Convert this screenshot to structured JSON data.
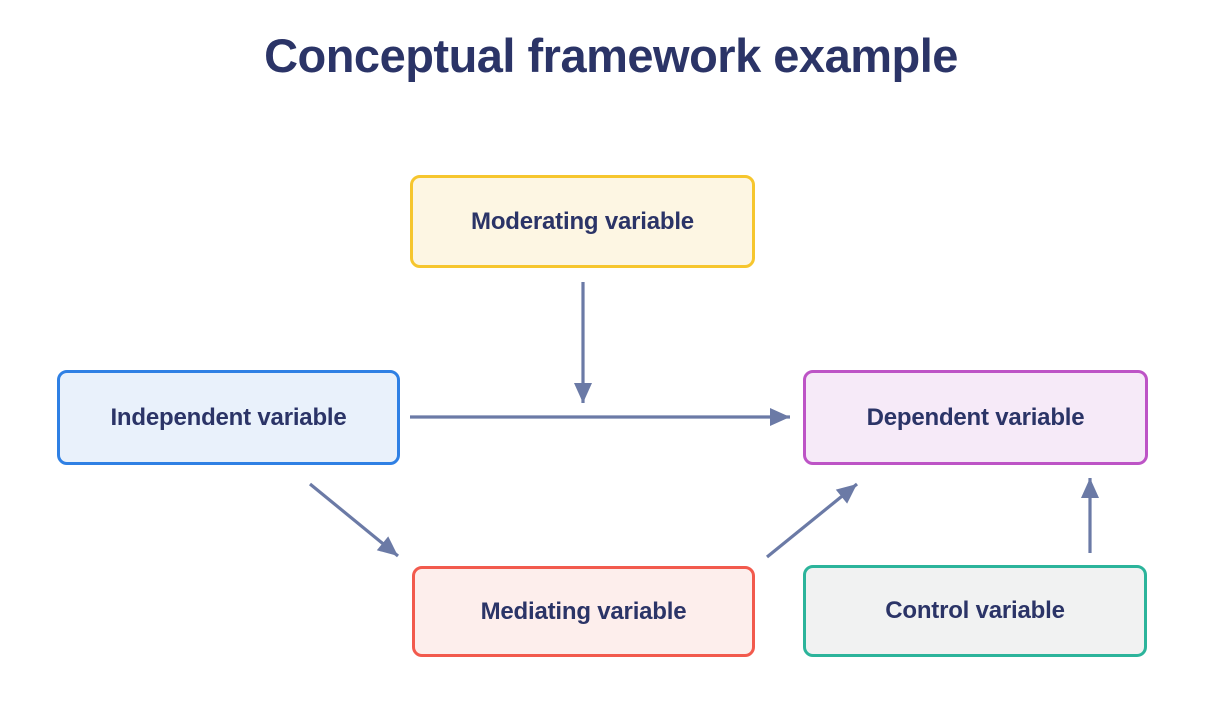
{
  "title": "Conceptual framework example",
  "colors": {
    "title_text": "#2b3467",
    "label_text": "#2b3467",
    "arrow": "#6b7aa6",
    "background": "#ffffff"
  },
  "nodes": [
    {
      "id": "moderating",
      "label": "Moderating variable",
      "fill": "#fdf6e3",
      "border": "#f6c62e"
    },
    {
      "id": "independent",
      "label": "Independent variable",
      "fill": "#e9f1fb",
      "border": "#2f80e4"
    },
    {
      "id": "dependent",
      "label": "Dependent variable",
      "fill": "#f6eaf8",
      "border": "#bd54c6"
    },
    {
      "id": "mediating",
      "label": "Mediating variable",
      "fill": "#fdeeec",
      "border": "#f25a4d"
    },
    {
      "id": "control",
      "label": "Control variable",
      "fill": "#f1f2f2",
      "border": "#2cb49b"
    }
  ],
  "edges": [
    {
      "from": "Moderating variable",
      "to": "Independent → Dependent relationship",
      "type": "moderation"
    },
    {
      "from": "Independent variable",
      "to": "Dependent variable",
      "type": "direct"
    },
    {
      "from": "Independent variable",
      "to": "Mediating variable",
      "type": "mediation-path"
    },
    {
      "from": "Mediating variable",
      "to": "Dependent variable",
      "type": "mediation-path"
    },
    {
      "from": "Control variable",
      "to": "Dependent variable",
      "type": "control"
    }
  ]
}
